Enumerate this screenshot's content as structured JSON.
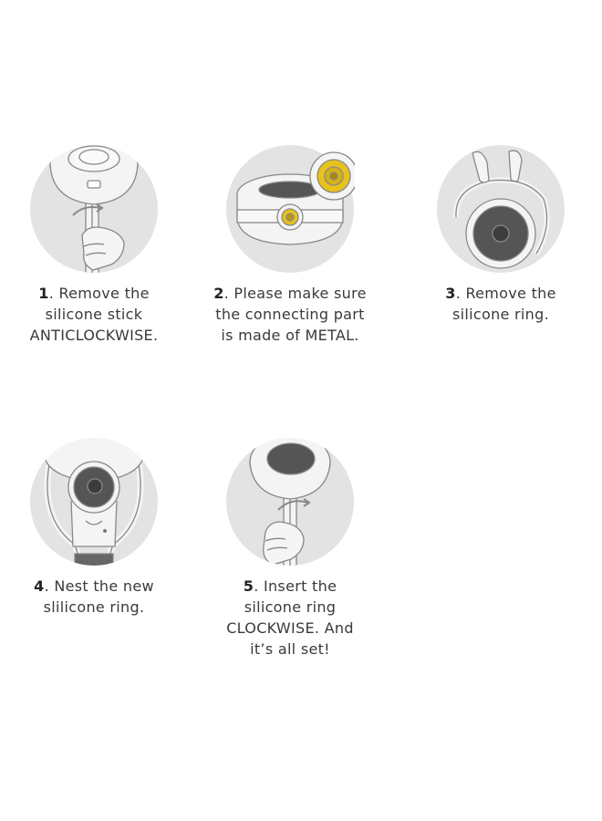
{
  "colors": {
    "circle_bg": "#e3e3e3",
    "device_body": "#f4f4f4",
    "device_outline": "#888888",
    "dark_lens": "#555555",
    "metal_yellow": "#e7c21c"
  },
  "steps": [
    {
      "number": "1",
      "lines": [
        ". Remove the",
        "silicone stick",
        "ANTICLOCKWISE."
      ],
      "illustration": "hand-rotate-stick-icon"
    },
    {
      "number": "2",
      "lines": [
        ". Please make sure",
        "the connecting part",
        "is made of METAL."
      ],
      "illustration": "metal-connector-icon"
    },
    {
      "number": "3",
      "lines": [
        ". Remove the",
        "silicone ring."
      ],
      "illustration": "remove-ring-icon"
    },
    {
      "number": "4",
      "lines": [
        ". Nest the new",
        "slilicone ring."
      ],
      "illustration": "nest-ring-icon"
    },
    {
      "number": "5",
      "lines": [
        ". Insert the",
        "silicone ring",
        "CLOCKWISE. And",
        "it’s all set!"
      ],
      "illustration": "hand-insert-stick-icon"
    }
  ]
}
